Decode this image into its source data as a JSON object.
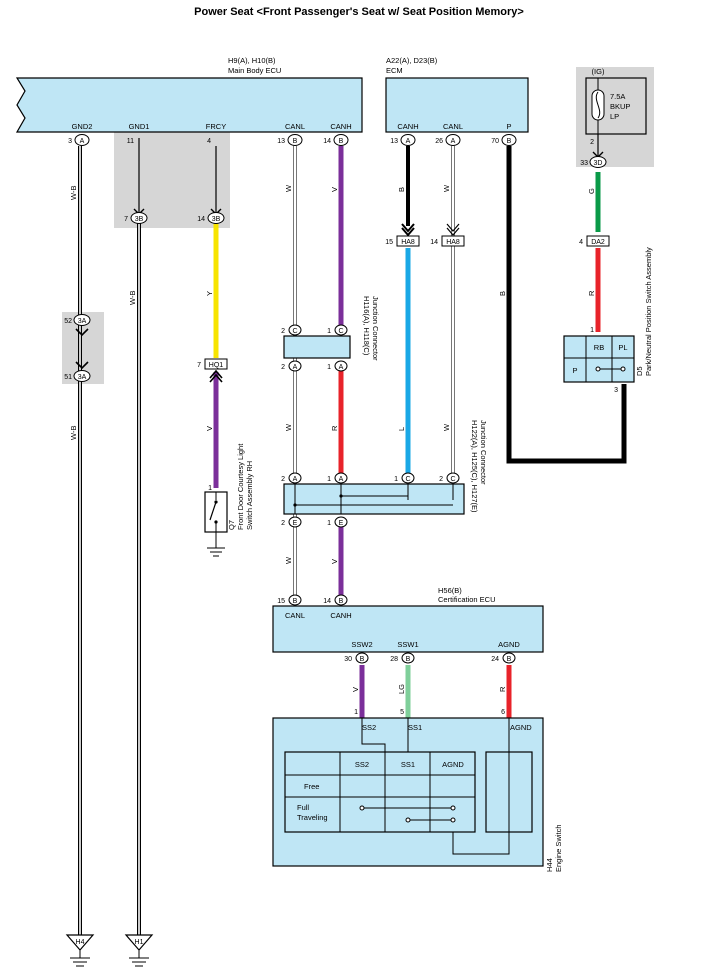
{
  "title": "Power Seat <Front Passenger's Seat w/ Seat Position Memory>",
  "components": {
    "main_ecu": {
      "code": "H9(A), H10(B)",
      "name": "Main Body ECU"
    },
    "ecm": {
      "code": "A22(A), D23(B)",
      "name": "ECM"
    },
    "fuse": {
      "group": "(IG)",
      "rating": "7.5A",
      "name1": "BKUP",
      "name2": "LP"
    },
    "jc_top": {
      "code": "H116(A), H118(C)",
      "name": "Junction Connector"
    },
    "jc_mid": {
      "code": "H122(A), H125(C), H127(E)",
      "name": "Junction Connector"
    },
    "courtesy": {
      "code": "Q7",
      "name1": "Front Door Courtesy Light",
      "name2": "Switch Assembly RH"
    },
    "park_neutral": {
      "code": "D5",
      "name": "Park/Neutral Position Switch Assembly",
      "rb": "RB",
      "pl": "PL",
      "p": "P"
    },
    "cert_ecu": {
      "code": "H56(B)",
      "name": "Certification ECU"
    },
    "engine_sw": {
      "code": "H44",
      "name": "Engine Switch"
    }
  },
  "terminals": {
    "gnd2": "GND2",
    "gnd1": "GND1",
    "frcy": "FRCY",
    "canl": "CANL",
    "canh": "CANH",
    "p": "P",
    "ssw2": "SSW2",
    "ssw1": "SSW1",
    "agnd": "AGND",
    "ss2": "SS2",
    "ss1": "SS1"
  },
  "pins": {
    "gnd2": "3",
    "gnd1": "11",
    "frcy": "4",
    "ecu_canl": "13",
    "ecu_canh": "14",
    "ecm_canh": "13",
    "ecm_canl": "26",
    "ecm_p": "70",
    "fuse_out": "2",
    "c3d": "33",
    "c3b_gnd": "7",
    "c3b_frcy": "14",
    "ha8_l": "15",
    "ha8_r": "14",
    "da2": "4",
    "pn_1": "1",
    "pn_3": "3",
    "c3a_top": "52",
    "c3a_bot": "51",
    "hq1": "7",
    "jct_c_l": "2",
    "jct_c_r": "1",
    "jct_a_l": "2",
    "jct_a_r": "1",
    "jcm_a_l": "2",
    "jcm_a_r": "1",
    "jcm_c_l": "1",
    "jcm_c_r": "2",
    "jcm_e_l": "2",
    "jcm_e_r": "1",
    "q7": "1",
    "cert_canl": "15",
    "cert_canh": "14",
    "ssw2": "30",
    "ssw1": "28",
    "agnd": "24",
    "es_ss2": "1",
    "es_ss1": "5",
    "es_agnd": "6"
  },
  "connectors": {
    "a": "A",
    "b": "B",
    "c": "C",
    "e": "E",
    "c3a": "3A",
    "c3b": "3B",
    "c3d": "3D",
    "ha8": "HA8",
    "da2": "DA2",
    "hq1": "HQ1",
    "h4": "H4",
    "h1": "H1"
  },
  "wires": {
    "wb": "W-B",
    "w": "W",
    "v": "V",
    "b": "B",
    "y": "Y",
    "r": "R",
    "l": "L",
    "g": "G",
    "lg": "LG"
  },
  "engine_switch_table": {
    "headers": [
      "SS2",
      "SS1",
      "AGND"
    ],
    "rows": [
      "Free",
      "Full",
      "Traveling"
    ]
  },
  "colors": {
    "purple": "#7b2f9a",
    "yellow": "#f7e400",
    "red": "#e8232a",
    "blue": "#1aa8e6",
    "green": "#0a9a48",
    "light_green": "#7fcf9a",
    "ecu_fill": "#bfe6f5",
    "shade": "#d6d6d6"
  }
}
